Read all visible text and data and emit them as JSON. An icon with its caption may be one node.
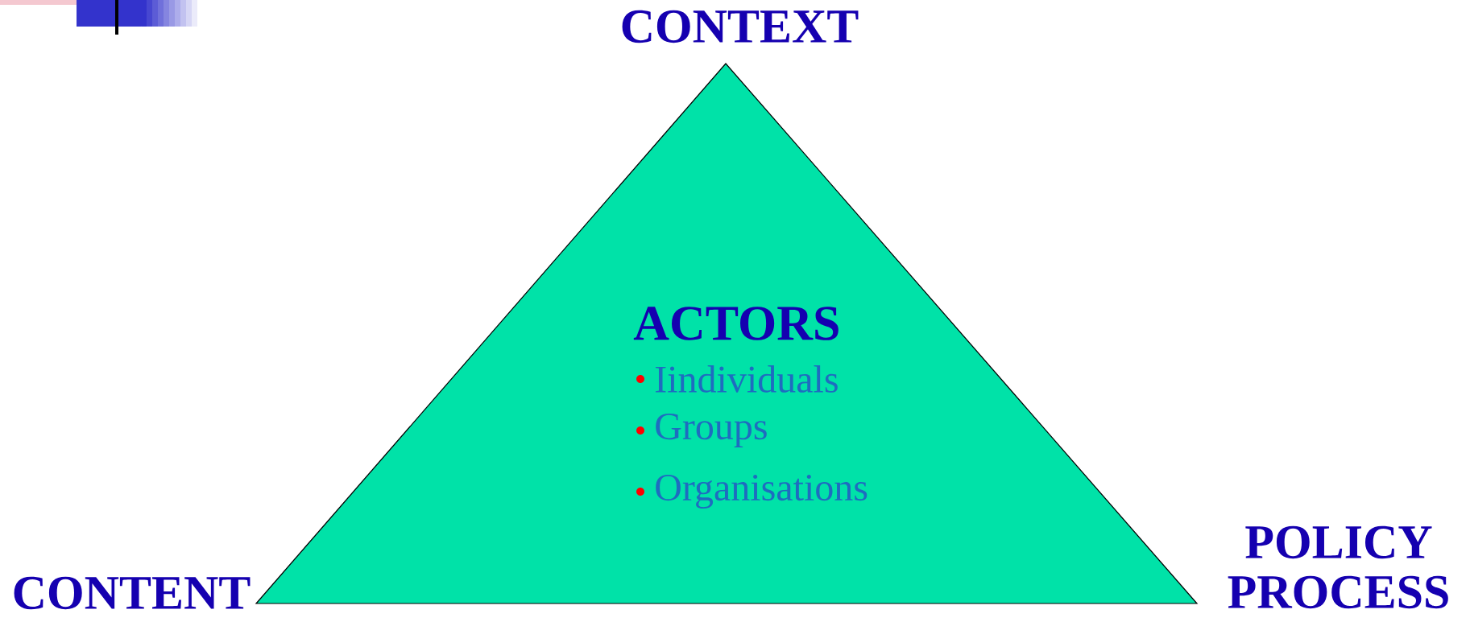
{
  "diagram": {
    "nodes": [
      {
        "text": [
          "ACTORS",
          "Iindividuals",
          "Groups",
          "Organisations"
        ]
      }
    ],
    "labels": [
      "CONTEXT",
      "CONTENT",
      "POLICY PROCESS"
    ]
  }
}
